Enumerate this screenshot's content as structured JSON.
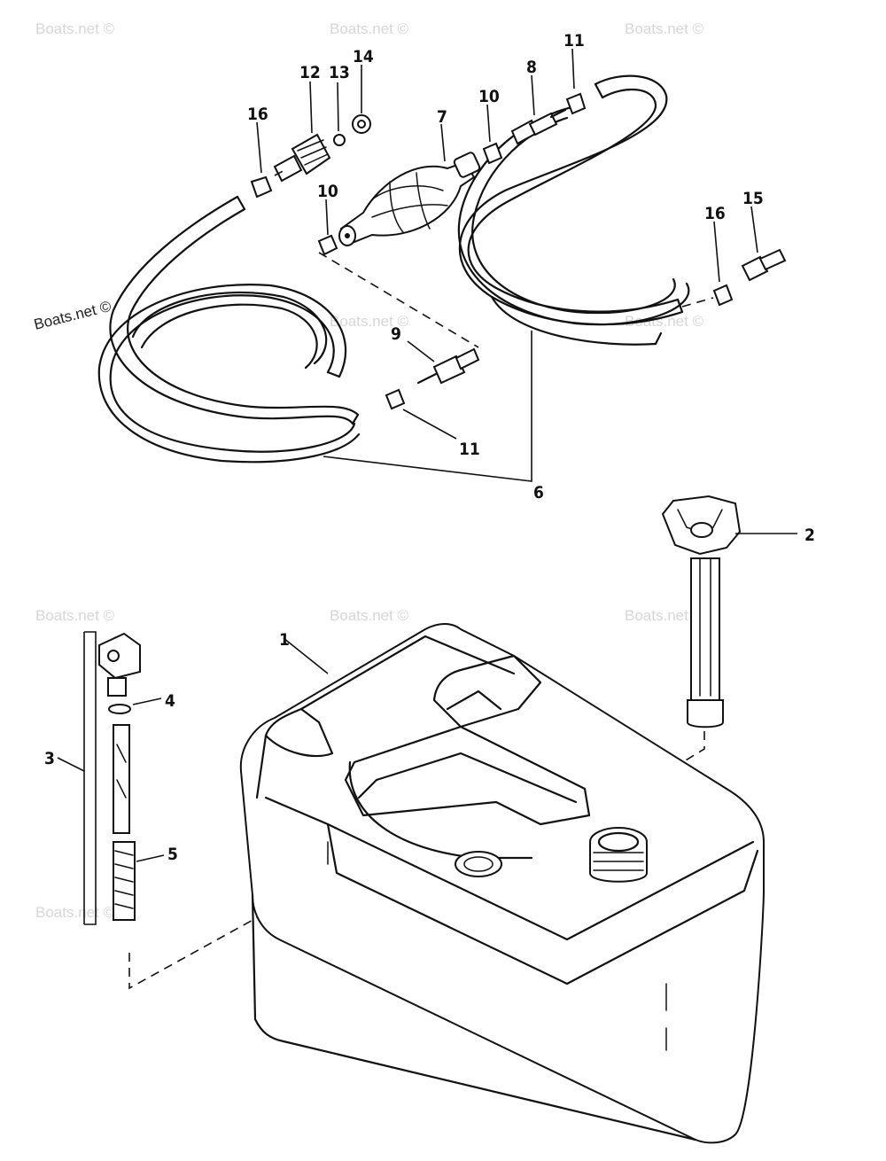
{
  "diagram": {
    "callouts": [
      "1",
      "2",
      "3",
      "4",
      "5",
      "6",
      "7",
      "8",
      "9",
      "10",
      "10",
      "11",
      "11",
      "12",
      "13",
      "14",
      "15",
      "16",
      "16"
    ],
    "watermark": "Boats.net ©"
  }
}
